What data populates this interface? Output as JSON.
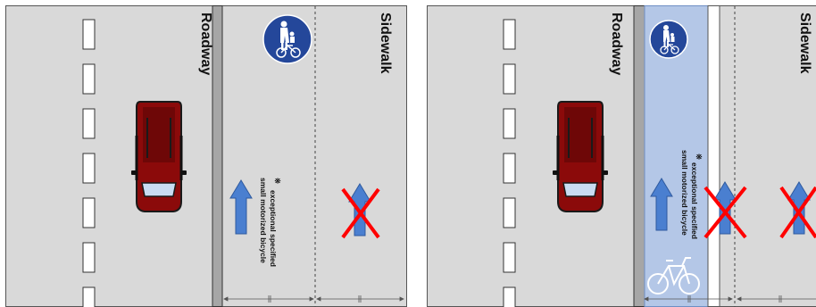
{
  "panels": [
    {
      "roadway_label": "Roadway",
      "sidewalk_label": "Sidewalk",
      "note_mark": "※",
      "note_line1": "exceptional specified",
      "note_line2": "small motorized bicycle",
      "sign_icon": "pedestrian-and-bicycle-sign-icon",
      "has_bike_lane": false
    },
    {
      "roadway_label": "Roadway",
      "sidewalk_label": "Sidewalk",
      "note_mark": "※",
      "note_line1": "exceptional specified",
      "note_line2": "small motorized bicycle",
      "sign_icon": "pedestrian-and-bicycle-sign-icon",
      "has_bike_lane": true
    }
  ],
  "colors": {
    "road": "#d9d9d9",
    "curb": "#a6a6a6",
    "bike_lane": "#b4c7e7",
    "car_body": "#8b0a0a",
    "arrow": "#4a7fd0",
    "cross": "#ff0000",
    "sign": "#24479a"
  }
}
